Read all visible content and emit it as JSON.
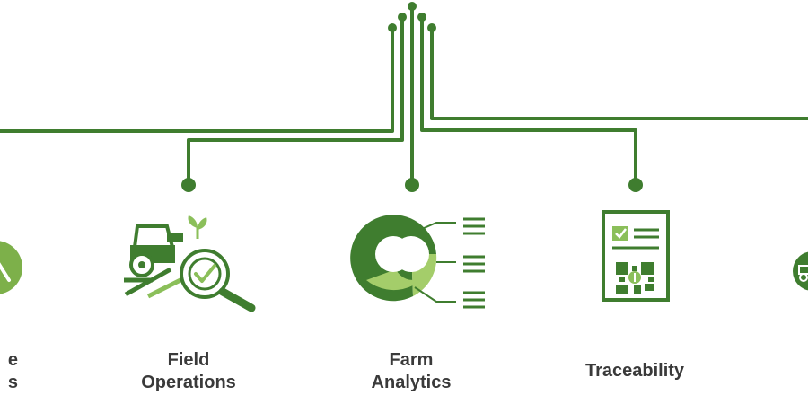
{
  "colors": {
    "primary": "#3f7d2f",
    "light": "#8bbf5a",
    "text": "#3a3a3a"
  },
  "items": [
    {
      "lines": [
        "e",
        "s"
      ],
      "icon": "partial-circle-icon"
    },
    {
      "lines": [
        "Field",
        "Operations"
      ],
      "icon": "tractor-magnifier-icon"
    },
    {
      "lines": [
        "Farm",
        "Analytics"
      ],
      "icon": "donut-chart-icon"
    },
    {
      "lines": [
        "Traceability"
      ],
      "icon": "checklist-qr-icon"
    },
    {
      "lines": [],
      "icon": "tractor-circle-icon"
    }
  ]
}
